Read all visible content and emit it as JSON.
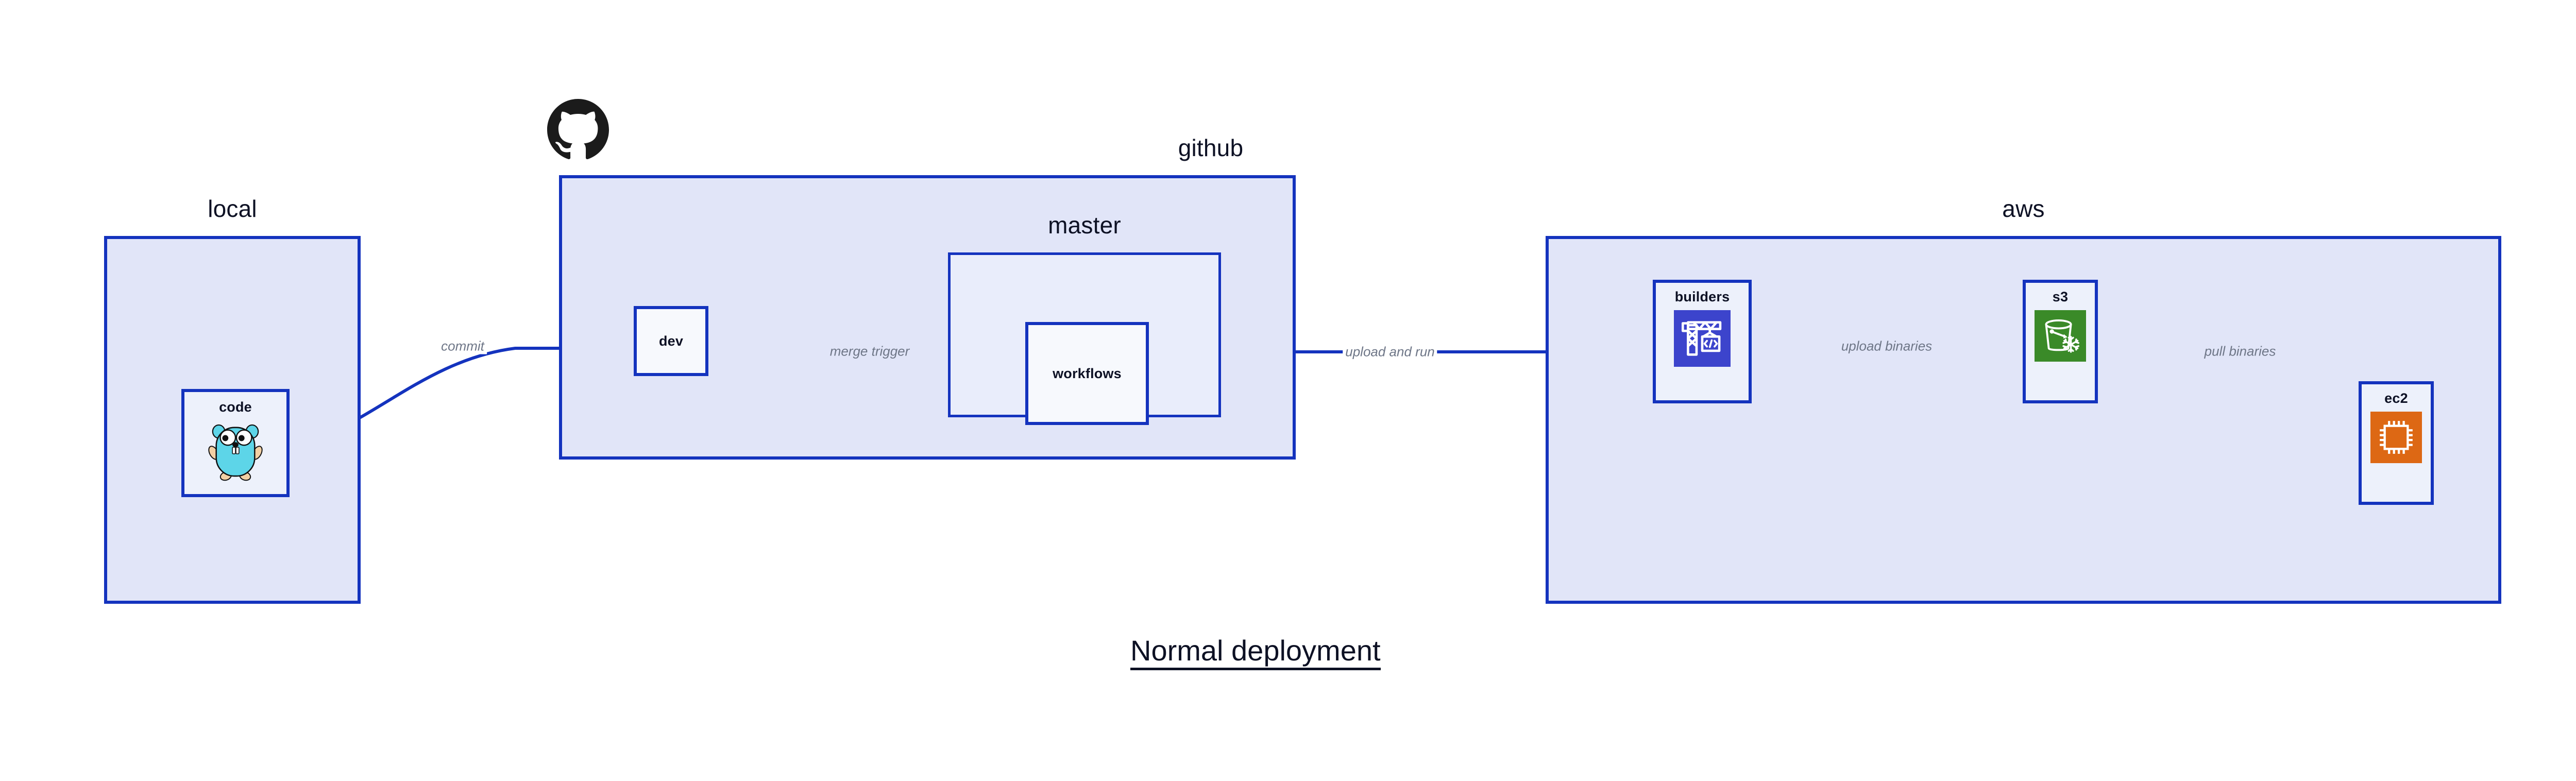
{
  "title": {
    "text": "Normal deployment"
  },
  "containers": [
    {
      "id": "local",
      "label": "local"
    },
    {
      "id": "github",
      "label": "github",
      "logo": "github-octocat-icon"
    },
    {
      "id": "master",
      "label": "master"
    },
    {
      "id": "aws",
      "label": "aws"
    }
  ],
  "nodes": [
    {
      "id": "code",
      "label": "code",
      "icon": "go-gopher-icon",
      "parent": "local"
    },
    {
      "id": "dev",
      "label": "dev",
      "icon": null,
      "parent": "github"
    },
    {
      "id": "workflows",
      "label": "workflows",
      "icon": null,
      "parent": "master"
    },
    {
      "id": "builders",
      "label": "builders",
      "icon": "aws-builders-crane-icon",
      "parent": "aws"
    },
    {
      "id": "s3",
      "label": "s3",
      "icon": "aws-s3-bucket-icon",
      "parent": "aws"
    },
    {
      "id": "ec2",
      "label": "ec2",
      "icon": "aws-ec2-chip-icon",
      "parent": "aws"
    }
  ],
  "edges": [
    {
      "id": "commit",
      "label": "commit",
      "from": "code",
      "to": "dev"
    },
    {
      "id": "merge-trigger",
      "label": "merge trigger",
      "from": "dev",
      "to": "workflows"
    },
    {
      "id": "upload-and-run",
      "label": "upload and run",
      "from": "workflows",
      "to": "builders"
    },
    {
      "id": "upload-binaries",
      "label": "upload binaries",
      "from": "builders",
      "to": "s3"
    },
    {
      "id": "pull-binaries",
      "label": "pull binaries",
      "from": "s3",
      "to": "ec2"
    }
  ],
  "colors": {
    "stroke": "#1433BE",
    "container_fill": "#E1E5F8",
    "sub_container_fill": "#E9EDFB",
    "node_fill": "#EDF1FB",
    "plain_node_fill": "#F7F9FD",
    "edge_label": "#6E7687",
    "text": "#0D1124",
    "background": "#FFFFFF",
    "builders_icon": "#3C44CC",
    "s3_icon": "#3A8A28",
    "ec2_icon": "#DD6814",
    "gopher_body": "#5DD5E8",
    "octocat": "#1B1B1B"
  }
}
